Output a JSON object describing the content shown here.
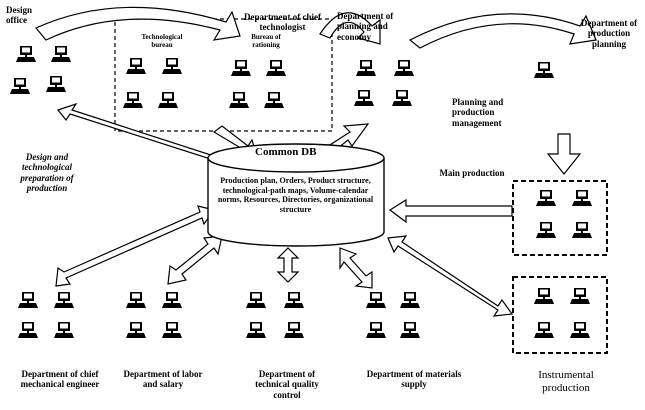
{
  "database": {
    "title": "Common DB",
    "contents": "Production plan, Orders, Product structure, technological-path maps, Volume-calendar norms, Resources, Directories, organizational structure"
  },
  "nodes": {
    "design_office": "Design office",
    "chief_technologist": "Department of chief technologist",
    "technological_bureau": "Technological bureau",
    "bureau_of_rationing": "Bureau of rationing",
    "planning_economy": "Department of planning and economy",
    "production_planning": "Department of production planning",
    "planning_management": "Planning and production management",
    "main_production": "Main production",
    "design_preparation": "Design and technological preparation of production",
    "chief_mechanical": "Department of chief mechanical engineer",
    "labor_salary": "Department of labor and salary",
    "quality_control": "Department of technical quality control",
    "materials_supply": "Department of materials supply",
    "instrumental_production": "Instrumental production"
  },
  "icons": {
    "workstation": "computer-workstation-icon"
  }
}
